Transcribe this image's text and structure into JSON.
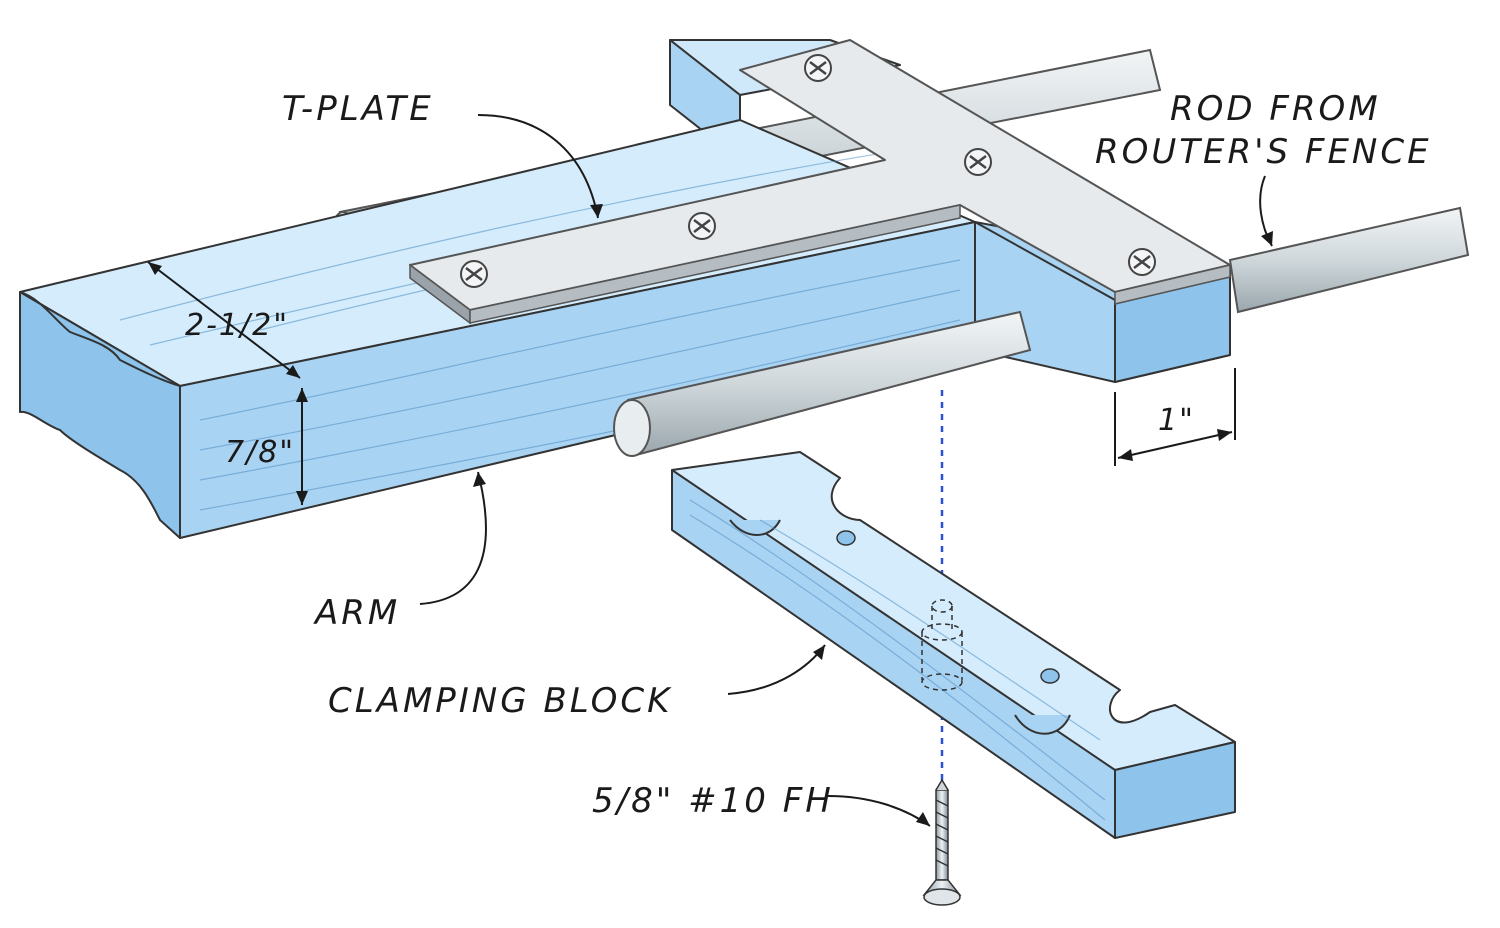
{
  "labels": {
    "t_plate": "T-PLATE",
    "rod_line1": "ROD FROM",
    "rod_line2": "ROUTER'S FENCE",
    "width_dim": "2-1/2\"",
    "thickness_dim": "7/8\"",
    "arm": "ARM",
    "offset_dim": "1\"",
    "clamping_block": "CLAMPING BLOCK",
    "screw": "5/8\" #10 FH"
  },
  "colors": {
    "wood_top": "#d4ecfb",
    "wood_front": "#a9d3f2",
    "wood_end": "#8ec4ec",
    "metal": "#e6eaed",
    "metal_edge": "#9aa3aa",
    "rod": "#d3dadd",
    "guide_line": "#2a52d6"
  }
}
